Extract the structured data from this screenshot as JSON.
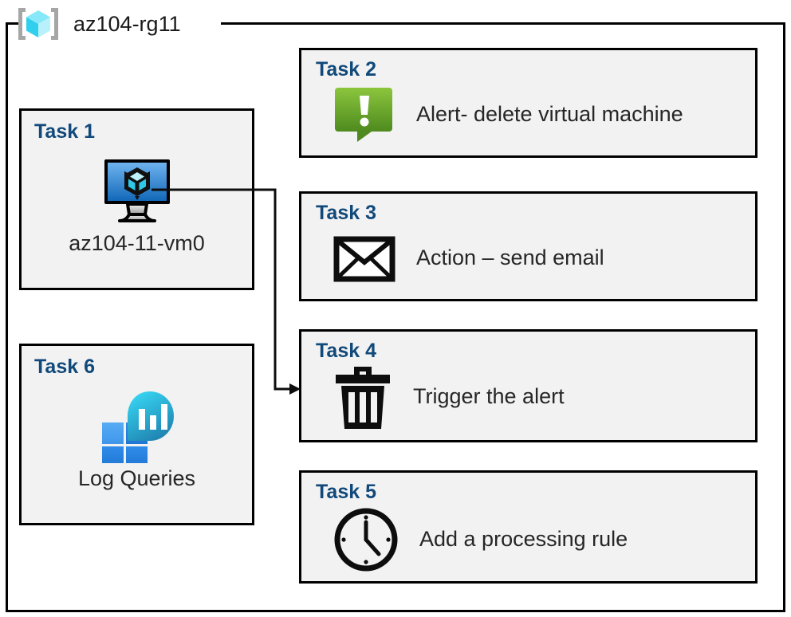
{
  "diagram": {
    "resource_group": {
      "name": "az104-rg11",
      "icon": "azure-resource-group-icon"
    },
    "colors": {
      "task_label": "#10497a",
      "box_fill": "#f2f2f2",
      "box_border": "#000000",
      "alert_green_light": "#83c341",
      "alert_green_dark": "#4f8a1f",
      "vm_blue_light": "#5ea8ea",
      "vm_blue_dark": "#1566b5",
      "log_cyan": "#32d0f0",
      "log_teal": "#2389b4",
      "log_square_light": "#50a4f0",
      "log_square_dark": "#2681e0",
      "cube_cyan": "#5ce0f5",
      "cube_cyan_dark": "#2ec5e8"
    },
    "left_column": [
      {
        "id": "task-1",
        "label": "Task 1",
        "icon": "virtual-machine-icon",
        "caption": "az104-11-vm0"
      },
      {
        "id": "task-6",
        "label": "Task 6",
        "icon": "log-analytics-icon",
        "caption": "Log Queries"
      }
    ],
    "right_column": [
      {
        "id": "task-2",
        "label": "Task 2",
        "icon": "alert-bubble-icon",
        "text": "Alert- delete virtual machine"
      },
      {
        "id": "task-3",
        "label": "Task 3",
        "icon": "envelope-icon",
        "text": "Action – send email"
      },
      {
        "id": "task-4",
        "label": "Task 4",
        "icon": "trash-icon",
        "text": "Trigger the alert"
      },
      {
        "id": "task-5",
        "label": "Task 5",
        "icon": "clock-icon",
        "text": "Add a processing rule"
      }
    ],
    "connector": {
      "from": "task-1",
      "to": "task-4",
      "arrow": "arrow-head-right"
    }
  }
}
